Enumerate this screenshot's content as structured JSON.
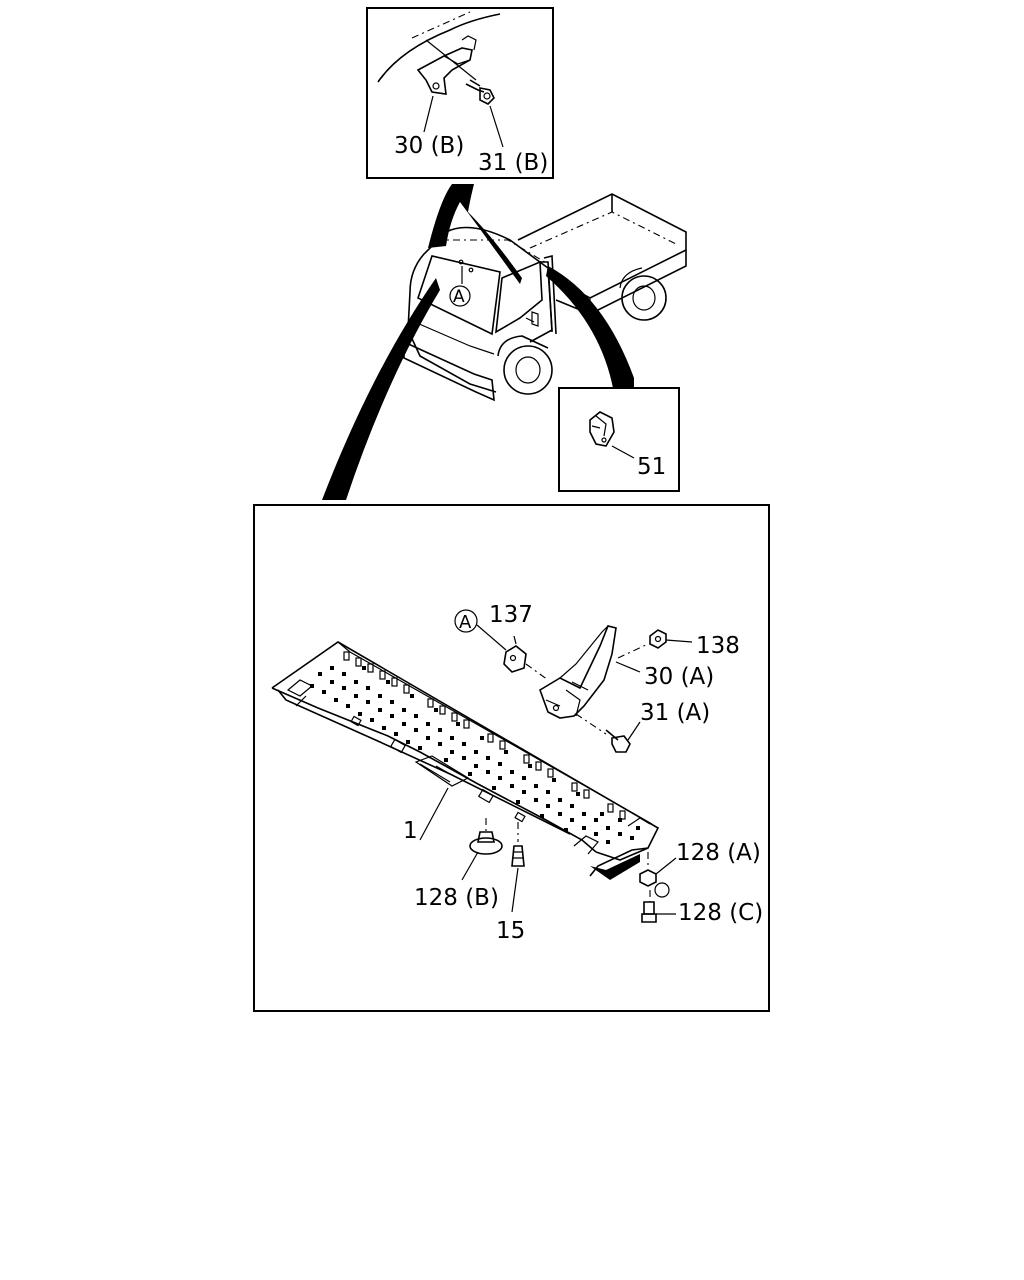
{
  "callouts": {
    "part_30b": "30 (B)",
    "part_31b": "31 (B)",
    "marker_a_top": "A",
    "part_51": "51",
    "marker_a_detail": "A",
    "part_137": "137",
    "part_138": "138",
    "part_30a": "30 (A)",
    "part_31a": "31 (A)",
    "part_1": "1",
    "part_128a": "128 (A)",
    "part_128b": "128 (B)",
    "part_128c": "128 (C)",
    "part_15": "15"
  }
}
